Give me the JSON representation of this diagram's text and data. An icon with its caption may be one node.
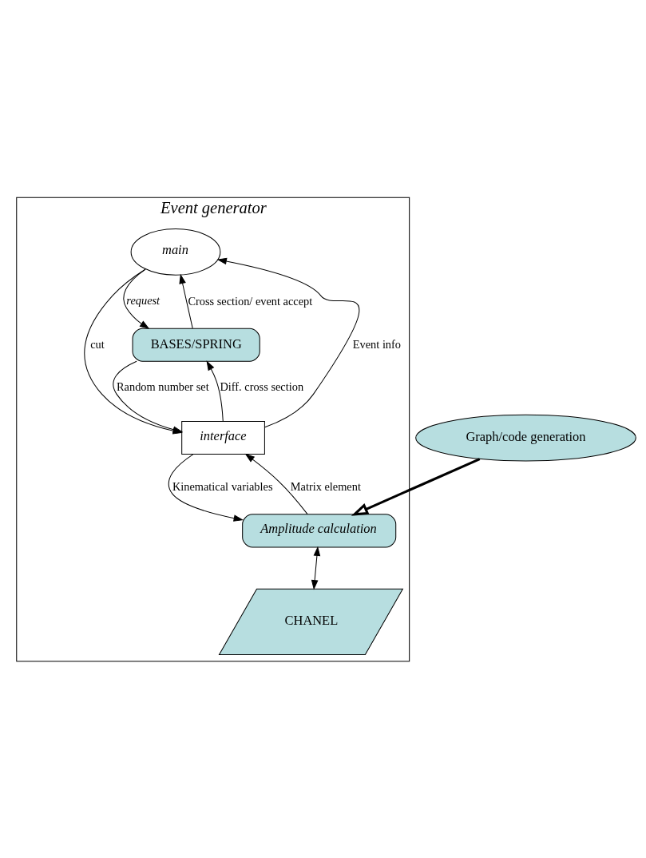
{
  "diagram": {
    "nodes": [
      {
        "text": [
          "Event generator"
        ]
      },
      {
        "text": [
          "main"
        ],
        "in": 0
      },
      {
        "text": [
          "BASES/SPRING"
        ],
        "in": 0
      },
      {
        "text": [
          "interface"
        ],
        "in": 0
      },
      {
        "text": [
          "Graph/code generation"
        ]
      },
      {
        "text": [
          "Amplitude calculation"
        ],
        "in": 0
      },
      {
        "text": [
          "CHANEL"
        ],
        "in": 0
      }
    ],
    "edges": [
      {
        "from": 1,
        "to": 2,
        "arrow": "to",
        "label": "request"
      },
      {
        "from": 2,
        "to": 1,
        "arrow": "to",
        "label": "Cross section/ event accept"
      },
      {
        "from": 1,
        "to": 3,
        "arrow": "to",
        "label": "cut"
      },
      {
        "from": 3,
        "to": 1,
        "arrow": "to",
        "label": "Event info"
      },
      {
        "from": 2,
        "to": 3,
        "arrow": "to",
        "label": "Random number set"
      },
      {
        "from": 3,
        "to": 2,
        "arrow": "to",
        "label": "Diff. cross section"
      },
      {
        "from": 3,
        "to": 5,
        "arrow": "to",
        "label": "Kinematical variables"
      },
      {
        "from": 5,
        "to": 3,
        "arrow": "to",
        "label": "Matrix element"
      },
      {
        "from": 4,
        "to": 5,
        "arrow": "to",
        "style": "thick"
      },
      {
        "from": 5,
        "to": 6,
        "arrow": "both"
      }
    ]
  }
}
